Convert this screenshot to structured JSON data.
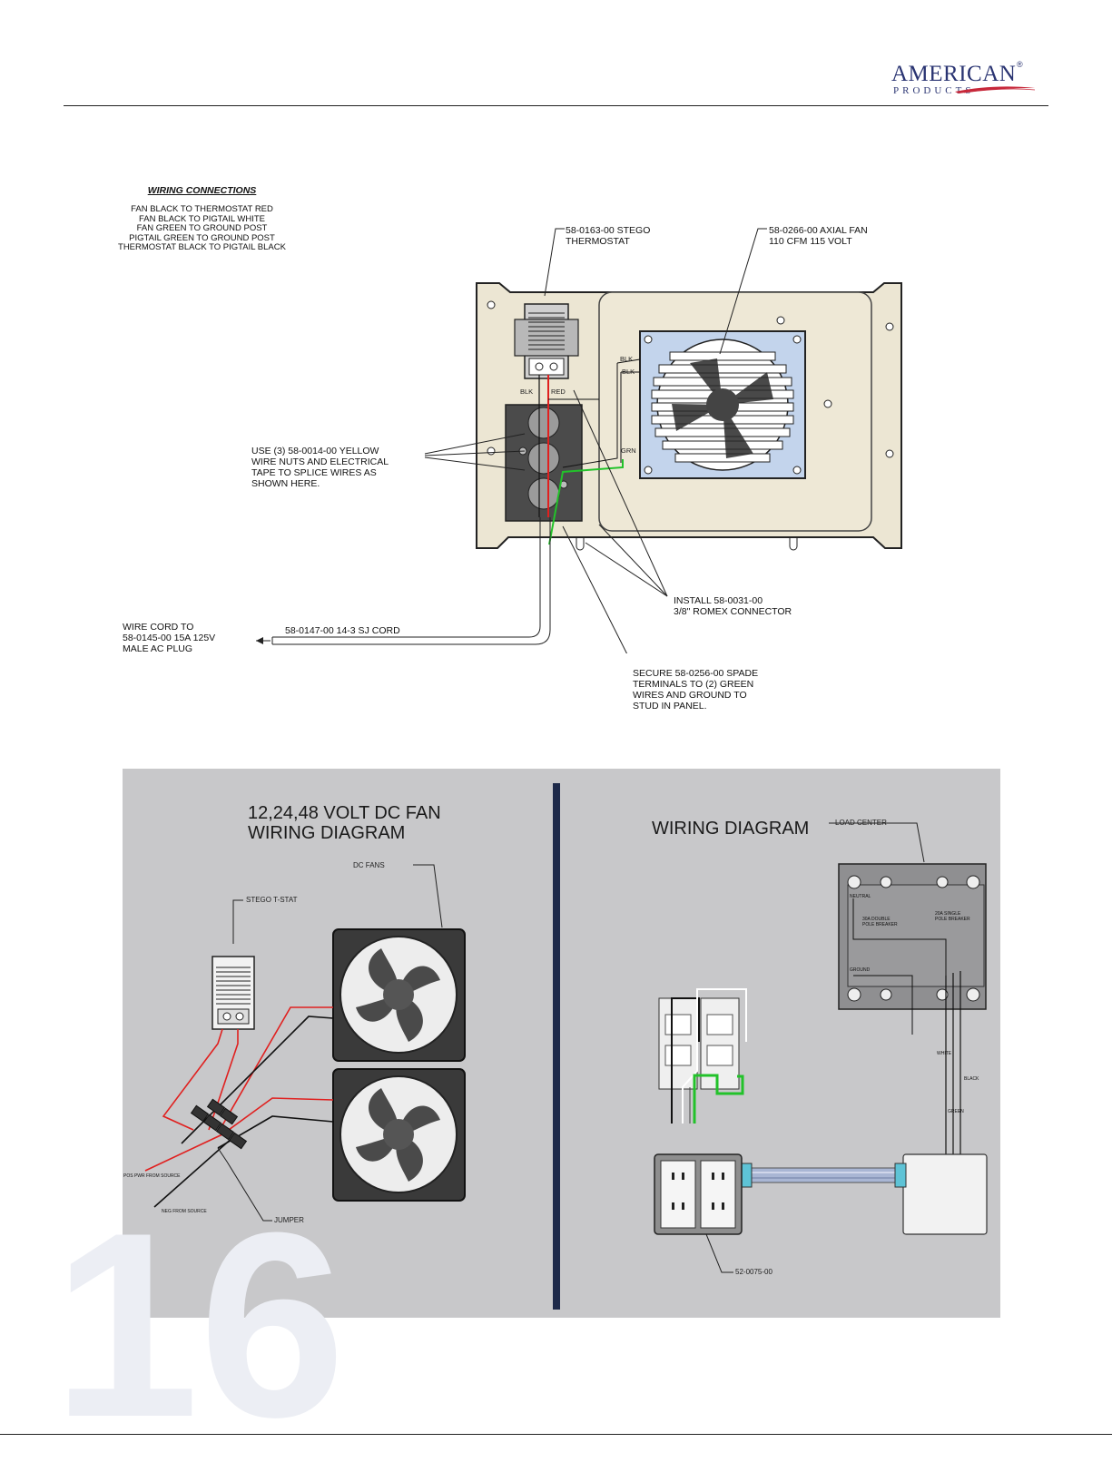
{
  "header": {
    "logo_main": "AMERICAN",
    "logo_reg": "®",
    "logo_sub": "PRODUCTS"
  },
  "top_diagram": {
    "wiring_title": "WIRING CONNECTIONS",
    "wiring_lines": [
      "FAN BLACK TO THERMOSTAT RED",
      "FAN BLACK TO PIGTAIL WHITE",
      "FAN GREEN TO GROUND POST",
      "PIGTAIL GREEN TO GROUND POST",
      "THERMOSTAT BLACK TO PIGTAIL BLACK"
    ],
    "thermostat_label": [
      "58-0163-00 STEGO",
      "THERMOSTAT"
    ],
    "fan_label": [
      "58-0266-00 AXIAL FAN",
      "110 CFM 115 VOLT"
    ],
    "wire_nuts_label": [
      "USE (3) 58-0014-00 YELLOW",
      "WIRE NUTS AND ELECTRICAL",
      "TAPE TO SPLICE WIRES AS",
      "SHOWN HERE."
    ],
    "romex_label": [
      "INSTALL 58-0031-00",
      "3/8\" ROMEX CONNECTOR"
    ],
    "cord_label": [
      "WIRE CORD TO",
      "58-0145-00 15A 125V",
      "MALE AC PLUG"
    ],
    "sj_cord_label": "58-0147-00 14-3 SJ CORD",
    "spade_label": [
      "SECURE 58-0256-00 SPADE",
      "TERMINALS TO (2) GREEN",
      "WIRES AND GROUND TO",
      "STUD IN PANEL."
    ],
    "wire_blk_1": "BLK",
    "wire_blk_2": "BLK",
    "wire_blk_3": "BLK",
    "wire_red": "RED",
    "wire_grn": "GRN"
  },
  "dc_diagram": {
    "title": [
      "12,24,48 VOLT DC FAN",
      "WIRING DIAGRAM"
    ],
    "dc_fans_label": "DC FANS",
    "tstat_label": "STEGO T-STAT",
    "pos_label": "POS PWR FROM SOURCE",
    "neg_label": "NEG FROM SOURCE",
    "jumper_label": "JUMPER"
  },
  "ac_diagram": {
    "title": "WIRING DIAGRAM",
    "load_center_label": "LOAD CENTER",
    "neutral_label": "NEUTRAL",
    "ground_label": "GROUND",
    "breaker_double": [
      "30A DOUBLE",
      "POLE BREAKER"
    ],
    "breaker_single": [
      "20A SINGLE",
      "POLE BREAKER"
    ],
    "wire_white": "WHITE",
    "wire_black": "BLACK",
    "wire_green": "GREEN",
    "outlet_part": "52-0075-00"
  },
  "page_number": "16",
  "colors": {
    "brand": "#2a3472",
    "wire_red": "#e0201f",
    "wire_green": "#22c22a",
    "panel_bg": "#c8c8ca",
    "fan_blue": "#c3d4ec"
  }
}
